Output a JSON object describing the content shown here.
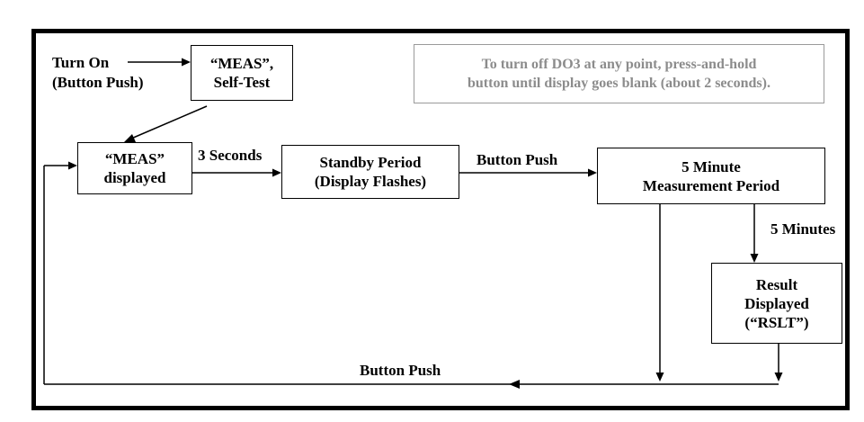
{
  "note": {
    "line1": "To turn off DO3 at any point, press-and-hold",
    "line2": "button until display goes blank (about 2 seconds)."
  },
  "labels": {
    "turn_on_line1": "Turn On",
    "turn_on_line2": "(Button Push)",
    "three_seconds": "3 Seconds",
    "button_push_top": "Button Push",
    "five_minutes": "5 Minutes",
    "button_push_bottom": "Button Push"
  },
  "boxes": {
    "self_test": {
      "line1": "“MEAS”,",
      "line2": "Self-Test"
    },
    "meas_displayed": {
      "line1": "“MEAS”",
      "line2": "displayed"
    },
    "standby": {
      "line1": "Standby Period",
      "line2": "(Display Flashes)"
    },
    "measurement": {
      "line1": "5 Minute",
      "line2": "Measurement Period"
    },
    "result": {
      "line1": "Result",
      "line2": "Displayed",
      "line3": "(“RSLT”)"
    }
  },
  "colors": {
    "line": "#000000",
    "note_text": "#8c8c8c",
    "note_border": "#9a9a9a"
  }
}
